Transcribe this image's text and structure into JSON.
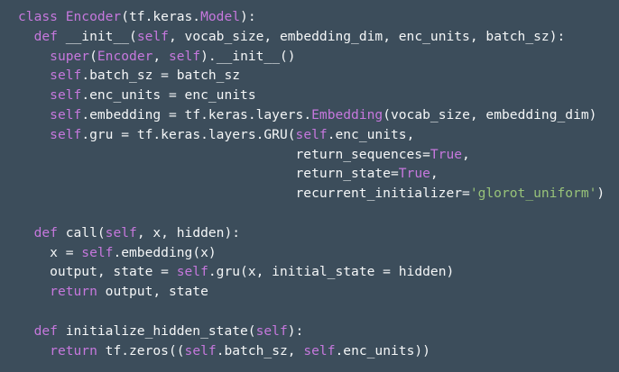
{
  "colors": {
    "background": "#3c4d5b",
    "text": "#f4f6f7",
    "keyword": "#c678dd",
    "string": "#98c379"
  },
  "code": {
    "lines": [
      [
        {
          "t": "class ",
          "k": "kw"
        },
        {
          "t": "Encoder",
          "k": "cls"
        },
        {
          "t": "(tf.keras.",
          "k": "plain"
        },
        {
          "t": "Model",
          "k": "cls"
        },
        {
          "t": "):",
          "k": "plain"
        }
      ],
      [
        {
          "t": "  ",
          "k": "plain"
        },
        {
          "t": "def",
          "k": "kw"
        },
        {
          "t": " __init__(",
          "k": "plain"
        },
        {
          "t": "self",
          "k": "slf"
        },
        {
          "t": ", vocab_size, embedding_dim, enc_units, batch_sz):",
          "k": "plain"
        }
      ],
      [
        {
          "t": "    ",
          "k": "plain"
        },
        {
          "t": "super",
          "k": "kw"
        },
        {
          "t": "(",
          "k": "plain"
        },
        {
          "t": "Encoder",
          "k": "cls"
        },
        {
          "t": ", ",
          "k": "plain"
        },
        {
          "t": "self",
          "k": "slf"
        },
        {
          "t": ").__init__()",
          "k": "plain"
        }
      ],
      [
        {
          "t": "    ",
          "k": "plain"
        },
        {
          "t": "self",
          "k": "slf"
        },
        {
          "t": ".batch_sz = batch_sz",
          "k": "plain"
        }
      ],
      [
        {
          "t": "    ",
          "k": "plain"
        },
        {
          "t": "self",
          "k": "slf"
        },
        {
          "t": ".enc_units = enc_units",
          "k": "plain"
        }
      ],
      [
        {
          "t": "    ",
          "k": "plain"
        },
        {
          "t": "self",
          "k": "slf"
        },
        {
          "t": ".embedding = tf.keras.layers.",
          "k": "plain"
        },
        {
          "t": "Embedding",
          "k": "cls"
        },
        {
          "t": "(vocab_size, embedding_dim)",
          "k": "plain"
        }
      ],
      [
        {
          "t": "    ",
          "k": "plain"
        },
        {
          "t": "self",
          "k": "slf"
        },
        {
          "t": ".gru = tf.keras.layers.GRU(",
          "k": "plain"
        },
        {
          "t": "self",
          "k": "slf"
        },
        {
          "t": ".enc_units,",
          "k": "plain"
        }
      ],
      [
        {
          "t": "                                   return_sequences=",
          "k": "plain"
        },
        {
          "t": "True",
          "k": "bool"
        },
        {
          "t": ",",
          "k": "plain"
        }
      ],
      [
        {
          "t": "                                   return_state=",
          "k": "plain"
        },
        {
          "t": "True",
          "k": "bool"
        },
        {
          "t": ",",
          "k": "plain"
        }
      ],
      [
        {
          "t": "                                   recurrent_initializer=",
          "k": "plain"
        },
        {
          "t": "'glorot_uniform'",
          "k": "str"
        },
        {
          "t": ")",
          "k": "plain"
        }
      ],
      [],
      [
        {
          "t": "  ",
          "k": "plain"
        },
        {
          "t": "def",
          "k": "kw"
        },
        {
          "t": " call(",
          "k": "plain"
        },
        {
          "t": "self",
          "k": "slf"
        },
        {
          "t": ", x, hidden):",
          "k": "plain"
        }
      ],
      [
        {
          "t": "    x = ",
          "k": "plain"
        },
        {
          "t": "self",
          "k": "slf"
        },
        {
          "t": ".embedding(x)",
          "k": "plain"
        }
      ],
      [
        {
          "t": "    output, state = ",
          "k": "plain"
        },
        {
          "t": "self",
          "k": "slf"
        },
        {
          "t": ".gru(x, initial_state = hidden)",
          "k": "plain"
        }
      ],
      [
        {
          "t": "    ",
          "k": "plain"
        },
        {
          "t": "return",
          "k": "kw"
        },
        {
          "t": " output, state",
          "k": "plain"
        }
      ],
      [],
      [
        {
          "t": "  ",
          "k": "plain"
        },
        {
          "t": "def",
          "k": "kw"
        },
        {
          "t": " initialize_hidden_state(",
          "k": "plain"
        },
        {
          "t": "self",
          "k": "slf"
        },
        {
          "t": "):",
          "k": "plain"
        }
      ],
      [
        {
          "t": "    ",
          "k": "plain"
        },
        {
          "t": "return",
          "k": "kw"
        },
        {
          "t": " tf.zeros((",
          "k": "plain"
        },
        {
          "t": "self",
          "k": "slf"
        },
        {
          "t": ".batch_sz, ",
          "k": "plain"
        },
        {
          "t": "self",
          "k": "slf"
        },
        {
          "t": ".enc_units))",
          "k": "plain"
        }
      ]
    ]
  }
}
